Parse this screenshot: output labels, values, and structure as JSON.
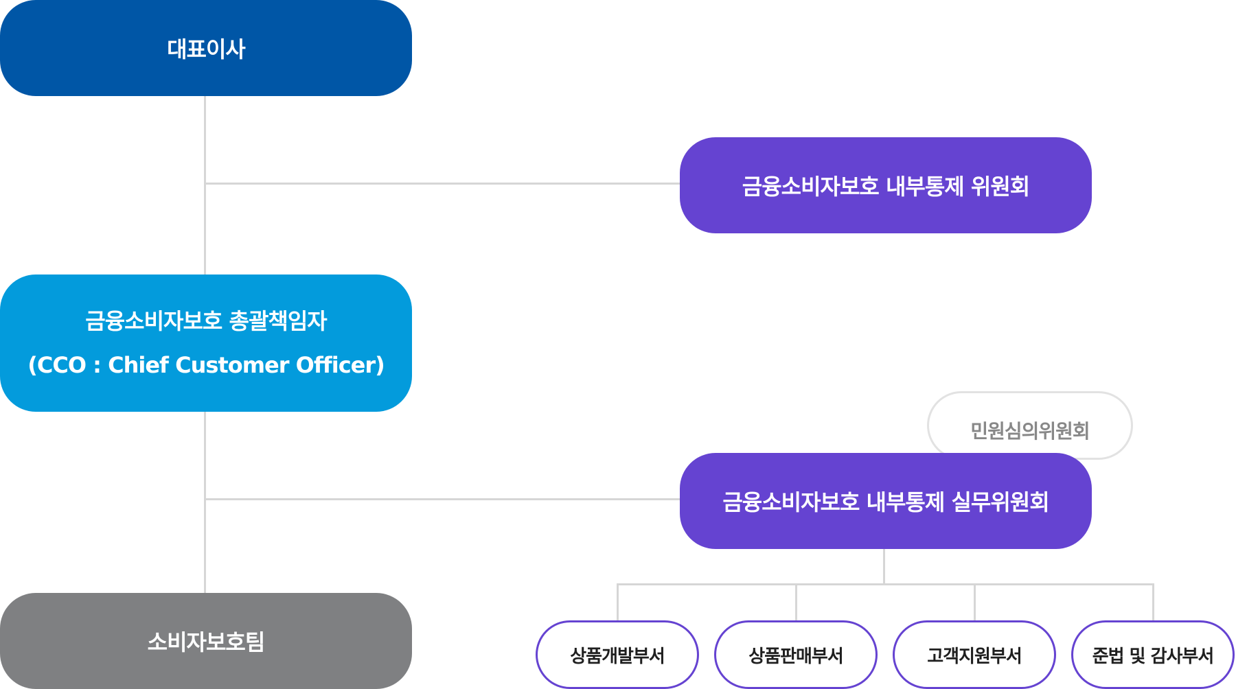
{
  "ceo": {
    "label": "대표이사",
    "color": "#0056a6"
  },
  "committee": {
    "label": "금융소비자보호 내부통제 위원회",
    "color": "#6543d1"
  },
  "cco": {
    "line1": "금융소비자보호 총괄책임자",
    "line2": "(CCO : Chief Customer Officer)",
    "color": "#039bdc"
  },
  "complaint_committee": {
    "label": "민원심의위원회",
    "color": "#888888"
  },
  "working_committee": {
    "label": "금융소비자보호 내부통제 실무위원회",
    "color": "#6543d1"
  },
  "protection_team": {
    "label": "소비자보호팀",
    "color": "#7f8082"
  },
  "departments": [
    {
      "label": "상품개발부서"
    },
    {
      "label": "상품판매부서"
    },
    {
      "label": "고객지원부서"
    },
    {
      "label": "준법 및 감사부서"
    }
  ],
  "connector_color": "#d6d6d6"
}
